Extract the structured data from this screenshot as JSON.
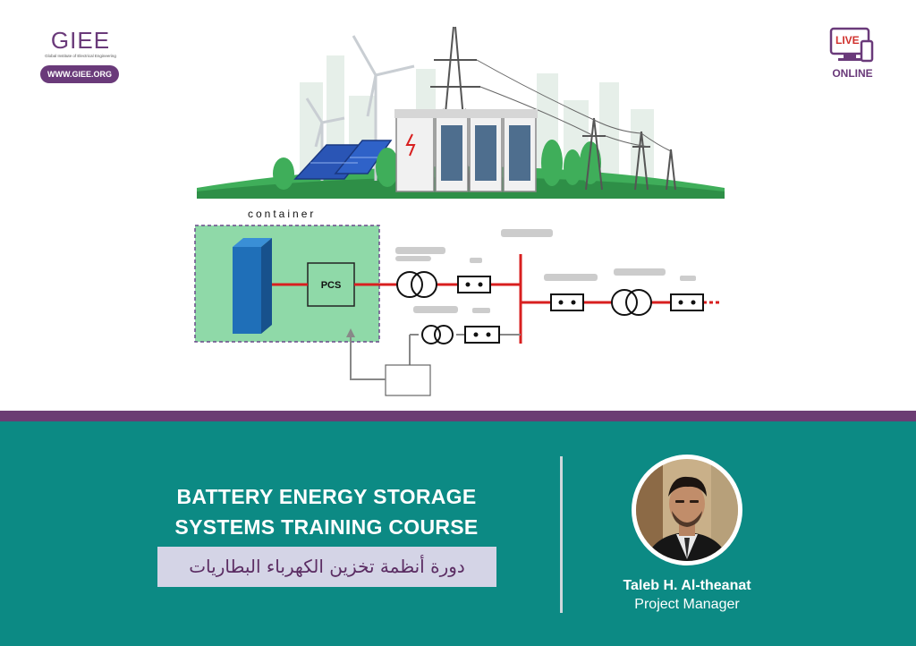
{
  "branding": {
    "logo_text": "GIEE",
    "logo_subtitle": "Global Institute of Electrical Engineering",
    "website": "WWW.GIEE.ORG",
    "live_label": "LIVE",
    "online_label": "ONLINE"
  },
  "diagram": {
    "container_label": "container",
    "pcs_label": "PCS"
  },
  "course": {
    "title_line1": "BATTERY ENERGY STORAGE",
    "title_line2": "SYSTEMS TRAINING COURSE",
    "arabic_title": "دورة أنظمة تخزين الكهرباء البطاريات"
  },
  "presenter": {
    "name": "Taleb H. Al-theanat",
    "role": "Project Manager"
  },
  "colors": {
    "brand_purple": "#6a3a7a",
    "stripe": "#6b3c73",
    "teal": "#0c8a84",
    "arabic_box": "#d4d4e6",
    "container_fill": "#8fd9a8",
    "battery_blue": "#1f6fb8",
    "line_red": "#d81f1f"
  }
}
